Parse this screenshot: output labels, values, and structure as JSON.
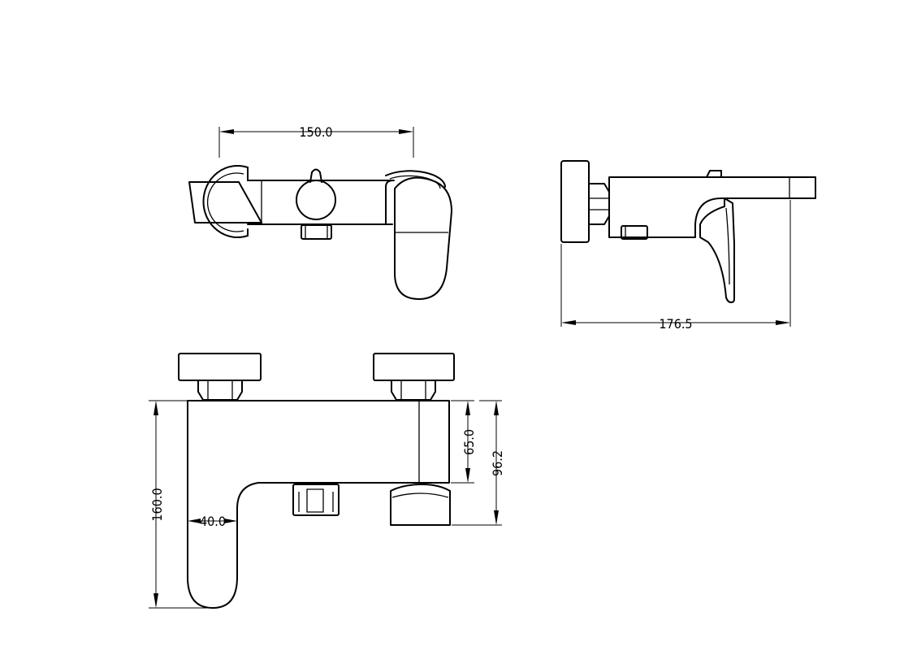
{
  "dimensions": {
    "top_width": "150.0",
    "side_length": "176.5",
    "front_height": "160.0",
    "handle_offset": "40.0",
    "outlet_height": "65.0",
    "total_depth": "96.2"
  },
  "colors": {
    "line": "#000000",
    "background": "#ffffff"
  }
}
